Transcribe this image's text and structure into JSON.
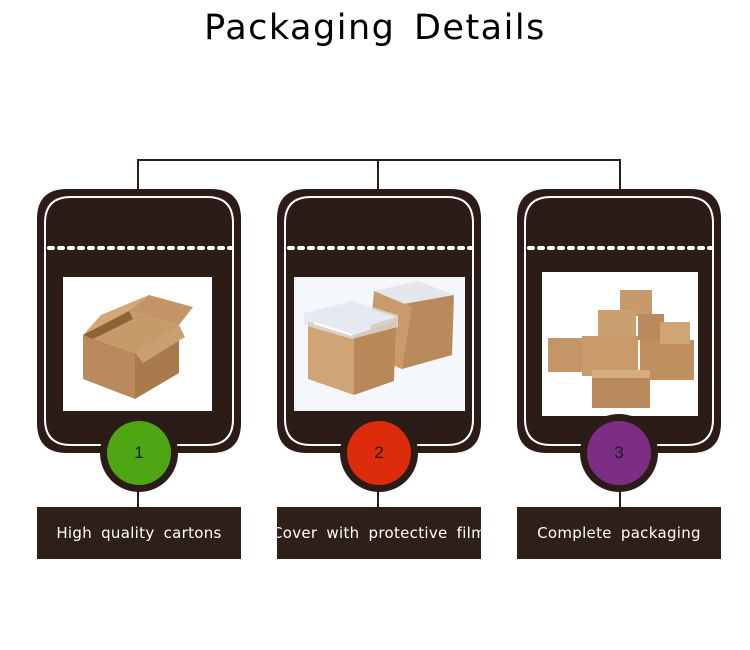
{
  "title": "Packaging Details",
  "colors": {
    "frame": "#2b1c17",
    "label_bg": "#2f1f19",
    "badge_1": "#4fa614",
    "badge_2": "#dc2c0c",
    "badge_3": "#7c2e84"
  },
  "steps": [
    {
      "number": "1",
      "label": "High quality cartons",
      "image": "open-cardboard-box"
    },
    {
      "number": "2",
      "label": "Cover with protective film",
      "image": "boxes-with-plastic-film"
    },
    {
      "number": "3",
      "label": "Complete packaging",
      "image": "stack-of-sealed-boxes"
    }
  ]
}
